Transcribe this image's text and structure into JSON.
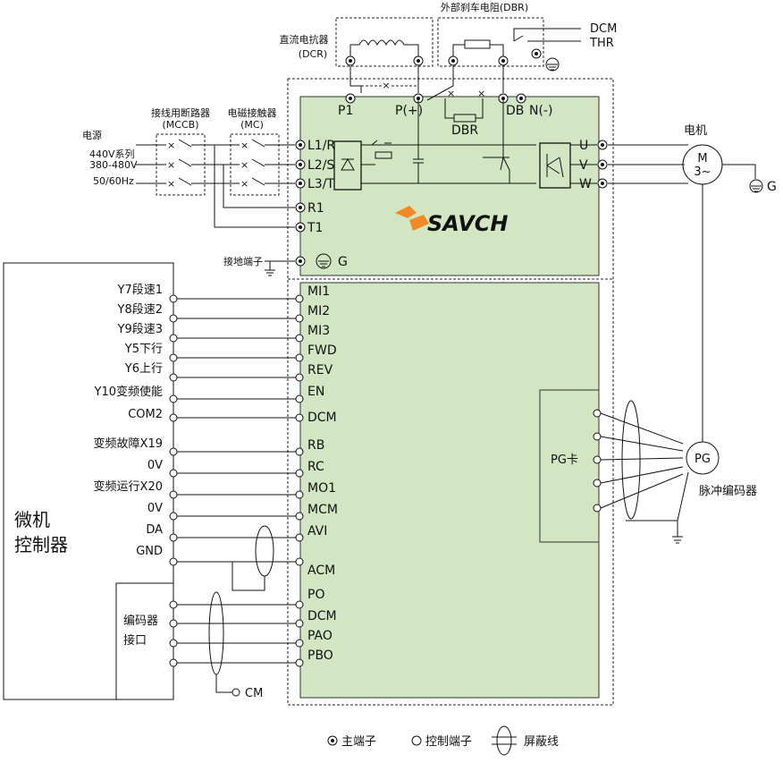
{
  "top": {
    "dbr_external": "外部刹车电阻(DBR)",
    "dcr_label1": "直流电抗器",
    "dcr_label2": "(DCR)",
    "dcm": "DCM",
    "thr": "THR"
  },
  "left_power": {
    "source": "电源",
    "voltage1": "440V系列",
    "voltage2": "380-480V",
    "freq": "50/60Hz",
    "mccb_l1": "接线用断路器",
    "mccb_l2": "(MCCB)",
    "mc_l1": "电磁接触器",
    "mc_l2": "(MC)"
  },
  "main_terminals": {
    "p1": "P1",
    "pplus": "P(+)",
    "db": "DB",
    "nminus": "N(-)",
    "dbr": "DBR",
    "l1": "L1/R",
    "l2": "L2/S",
    "l3": "L3/T",
    "r1": "R1",
    "t1": "T1",
    "ground_terminal": "接地端子",
    "g": "G"
  },
  "brand": "SAVCH",
  "output": {
    "motor_label": "电机",
    "u": "U",
    "v": "V",
    "w": "W",
    "motor_m": "M",
    "motor_3": "3~",
    "g": "G",
    "pg": "PG",
    "pg_card": "PG卡",
    "encoder": "脉冲编码器"
  },
  "control_left": {
    "rows": [
      "Y7段速1",
      "Y8段速2",
      "Y9段速3",
      "Y5下行",
      "Y6上行",
      "Y10变频使能",
      "COM2",
      "变频故障X19",
      "0V",
      "变频运行X20",
      "0V",
      "DA",
      "GND"
    ],
    "micro1": "微机",
    "micro2": "控制器",
    "enc1": "编码器",
    "enc2": "接口",
    "cm": "CM"
  },
  "control_terminals": [
    "MI1",
    "MI2",
    "MI3",
    "FWD",
    "REV",
    "EN",
    "DCM",
    "RB",
    "RC",
    "MO1",
    "MCM",
    "AVI",
    "ACM",
    "PO",
    "DCM",
    "PAO",
    "PBO"
  ],
  "legend": {
    "main": "主端子",
    "ctrl": "控制端子",
    "shield": "屏蔽线"
  }
}
